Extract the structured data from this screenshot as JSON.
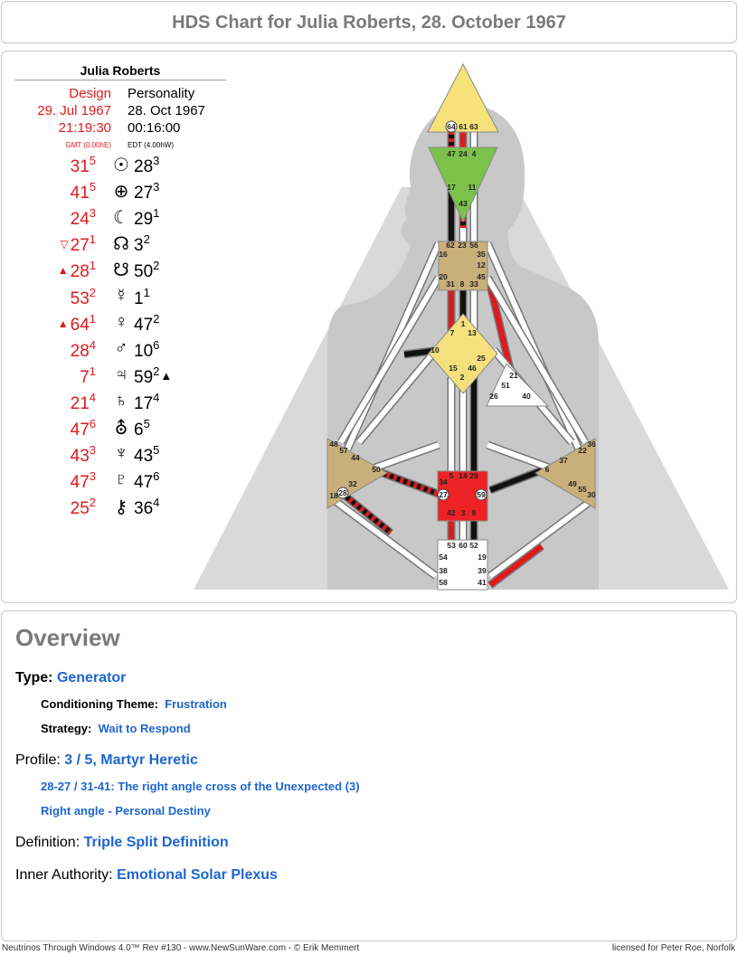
{
  "title": "HDS Chart for Julia Roberts, 28. October 1967",
  "person": {
    "name": "Julia Roberts",
    "design": {
      "label": "Design",
      "date": "29. Jul 1967",
      "time": "21:19:30",
      "tz": "GMT (0,00hE)"
    },
    "personality": {
      "label": "Personality",
      "date": "28. Oct 1967",
      "time": "00:16:00",
      "tz": "EDT (4.00hW)"
    }
  },
  "planets": [
    {
      "icon": "sun-icon",
      "glyph": "☉",
      "d_gate": "31",
      "d_line": "5",
      "d_arrow": "",
      "p_gate": "28",
      "p_line": "3",
      "p_arrow": ""
    },
    {
      "icon": "earth-icon",
      "glyph": "⊕",
      "d_gate": "41",
      "d_line": "5",
      "d_arrow": "",
      "p_gate": "27",
      "p_line": "3",
      "p_arrow": ""
    },
    {
      "icon": "moon-icon",
      "glyph": "☾",
      "d_gate": "24",
      "d_line": "3",
      "d_arrow": "",
      "p_gate": "29",
      "p_line": "1",
      "p_arrow": ""
    },
    {
      "icon": "north-node-icon",
      "glyph": "☊",
      "d_gate": "27",
      "d_line": "1",
      "d_arrow": "▽",
      "p_gate": "3",
      "p_line": "2",
      "p_arrow": ""
    },
    {
      "icon": "south-node-icon",
      "glyph": "☋",
      "d_gate": "28",
      "d_line": "1",
      "d_arrow": "▲",
      "p_gate": "50",
      "p_line": "2",
      "p_arrow": ""
    },
    {
      "icon": "mercury-icon",
      "glyph": "☿",
      "d_gate": "53",
      "d_line": "2",
      "d_arrow": "",
      "p_gate": "1",
      "p_line": "1",
      "p_arrow": ""
    },
    {
      "icon": "venus-icon",
      "glyph": "♀",
      "d_gate": "64",
      "d_line": "1",
      "d_arrow": "▲",
      "p_gate": "47",
      "p_line": "2",
      "p_arrow": ""
    },
    {
      "icon": "mars-icon",
      "glyph": "♂",
      "d_gate": "28",
      "d_line": "4",
      "d_arrow": "",
      "p_gate": "10",
      "p_line": "6",
      "p_arrow": ""
    },
    {
      "icon": "jupiter-icon",
      "glyph": "♃",
      "d_gate": "7",
      "d_line": "1",
      "d_arrow": "",
      "p_gate": "59",
      "p_line": "2",
      "p_arrow": "▲"
    },
    {
      "icon": "saturn-icon",
      "glyph": "♄",
      "d_gate": "21",
      "d_line": "4",
      "d_arrow": "",
      "p_gate": "17",
      "p_line": "4",
      "p_arrow": ""
    },
    {
      "icon": "uranus-icon",
      "glyph": "⛢",
      "d_gate": "47",
      "d_line": "6",
      "d_arrow": "",
      "p_gate": "6",
      "p_line": "5",
      "p_arrow": ""
    },
    {
      "icon": "neptune-icon",
      "glyph": "♆",
      "d_gate": "43",
      "d_line": "3",
      "d_arrow": "",
      "p_gate": "43",
      "p_line": "5",
      "p_arrow": ""
    },
    {
      "icon": "pluto-icon",
      "glyph": "♇",
      "d_gate": "47",
      "d_line": "3",
      "d_arrow": "",
      "p_gate": "47",
      "p_line": "6",
      "p_arrow": ""
    },
    {
      "icon": "chiron-icon",
      "glyph": "⚷",
      "d_gate": "25",
      "d_line": "2",
      "d_arrow": "",
      "p_gate": "36",
      "p_line": "4",
      "p_arrow": ""
    }
  ],
  "colors": {
    "design": "#e0191b",
    "head": "#f7e27a",
    "ajna": "#7cc24a",
    "throat": "#c9b07a",
    "g": "#f5e07e",
    "sacral": "#ec2225",
    "spleen": "#c9b07a",
    "solar": "#c9b07a",
    "root": "#ffffff",
    "ego": "#ffffff"
  },
  "gates": {
    "head": [
      "64",
      "61",
      "63"
    ],
    "ajna": [
      "47",
      "24",
      "4",
      "17",
      "11",
      "43"
    ],
    "throat": [
      "62",
      "23",
      "56",
      "16",
      "35",
      "12",
      "20",
      "45",
      "31",
      "8",
      "33"
    ],
    "g": [
      "1",
      "7",
      "13",
      "10",
      "25",
      "15",
      "46",
      "2"
    ],
    "ego": [
      "21",
      "51",
      "26",
      "40"
    ],
    "spleen": [
      "48",
      "57",
      "44",
      "50",
      "32",
      "28",
      "18"
    ],
    "sacral": [
      "5",
      "14",
      "29",
      "34",
      "27",
      "59",
      "42",
      "3",
      "9"
    ],
    "solar": [
      "36",
      "22",
      "37",
      "6",
      "49",
      "55",
      "30"
    ],
    "root": [
      "53",
      "60",
      "52",
      "54",
      "19",
      "38",
      "39",
      "58",
      "41"
    ]
  },
  "overview": {
    "title": "Overview",
    "type_label": "Type:",
    "type": "Generator",
    "theme_label": "Conditioning Theme:",
    "theme": "Frustration",
    "strategy_label": "Strategy:",
    "strategy": "Wait to Respond",
    "profile_label": "Profile:",
    "profile": "3 / 5, Martyr Heretic",
    "cross": "28-27 / 31-41: The right angle cross of the Unexpected (3)",
    "angle": "Right angle - Personal Destiny",
    "definition_label": "Definition:",
    "definition": "Triple Split Definition",
    "authority_label": "Inner Authority:",
    "authority": "Emotional Solar Plexus"
  },
  "footer": {
    "left": "Neutrinos Through Windows 4.0™ Rev #130 - www.NewSunWare.com - © Erik Memmert",
    "right": "licensed for Peter Roe, Norfolk"
  }
}
